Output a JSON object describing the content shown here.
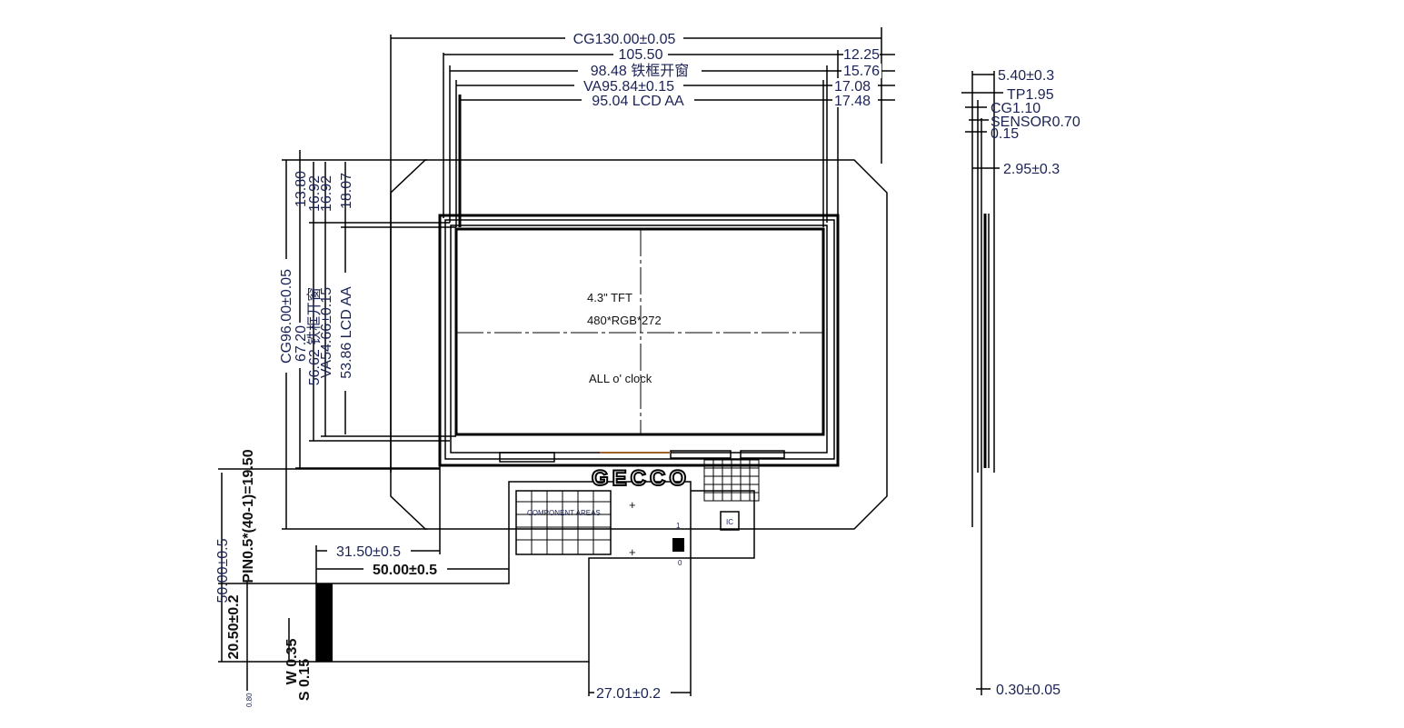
{
  "top_dims": {
    "cg_width": "CG130.00±0.05",
    "w105": "105.50",
    "frame_window": "98.48 铁框开窗",
    "va_width": "VA95.84±0.15",
    "lcd_aa_width": "95.04  LCD AA",
    "r12": "12.25",
    "r15": "15.76",
    "r17a": "17.08",
    "r17b": "17.48"
  },
  "left_dims": {
    "cg_height": "CG96.00±0.05",
    "h67": "67.20",
    "frame_window_h": "56.62 铁框开窗",
    "va_height": "VA54.66±0.15",
    "lcd_aa_height": "53.86  LCD AA",
    "t13": "13.80",
    "t16a": "16.92",
    "t16b": "16.92",
    "t18": "18.07"
  },
  "panel": {
    "size": "4.3\"   TFT",
    "resolution": "480*RGB*272",
    "orientation": "ALL o'   clock",
    "logo": "GECCO",
    "ic_label": "IC",
    "pin1": "1",
    "pin0": "0",
    "component_area": "COMPONENT AREAS"
  },
  "fpc_dims": {
    "pin_pitch": "PIN0.5*(40-1)=19.50",
    "fpc_len": "50.00±0.5",
    "d31": "31.50±0.5",
    "d50": "50.00±0.5",
    "d20": "20.50±0.2",
    "w": "W 0.35",
    "s": "S 0.15",
    "d27": "27.01±0.2",
    "tiny": "0.80"
  },
  "side_dims": {
    "total": "5.40±0.3",
    "tp": "TP1.95",
    "cg": "CG1.10",
    "sensor": "SENSOR0.70",
    "gap": "0.15",
    "d295": "2.95±0.3",
    "fpc_t": "0.30±0.05"
  }
}
